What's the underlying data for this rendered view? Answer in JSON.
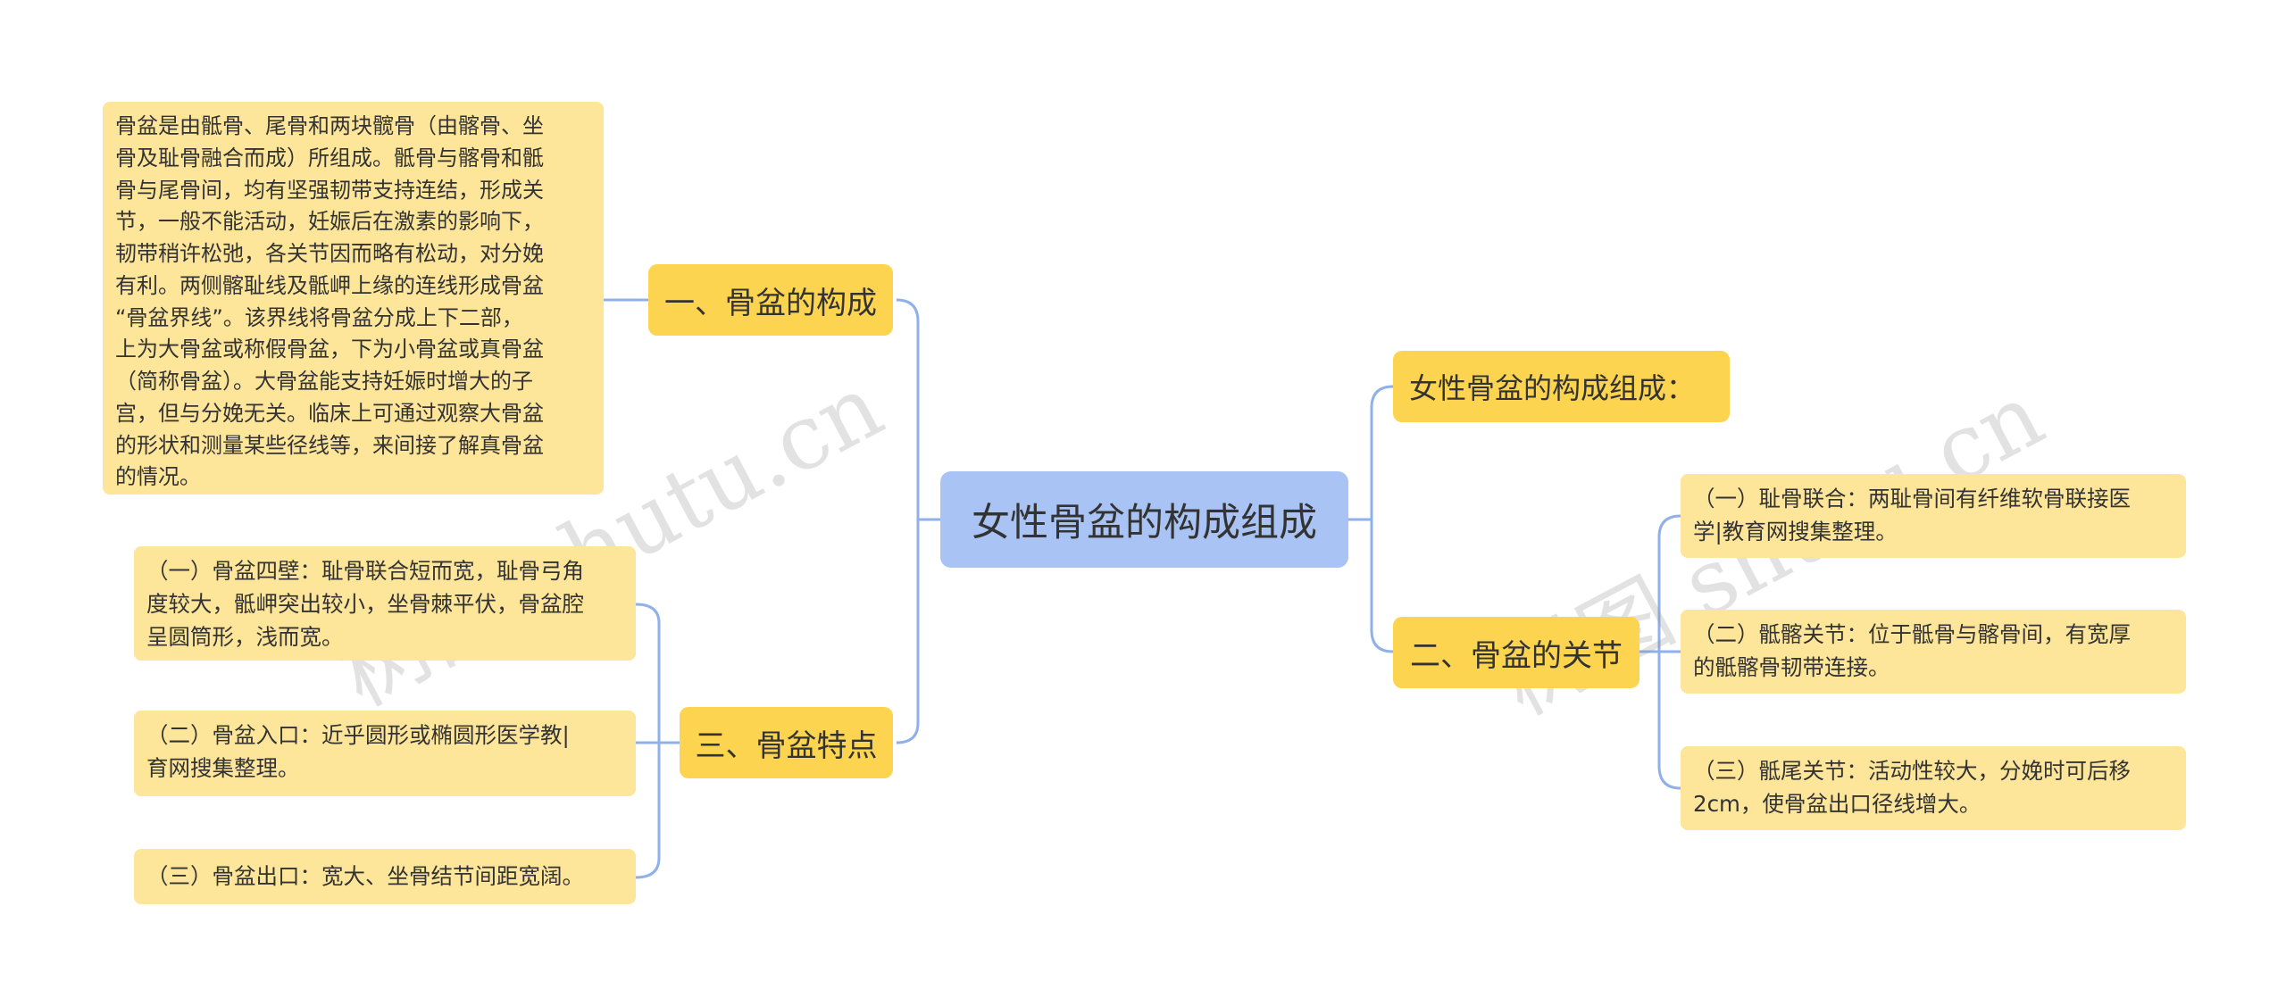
{
  "root": {
    "text": "女性骨盆的构成组成"
  },
  "branches": {
    "b1": {
      "text": "一、骨盆的构成"
    },
    "b2": {
      "text": "三、骨盆特点"
    },
    "b3": {
      "text": "女性骨盆的构成组成："
    },
    "b4": {
      "text": "二、骨盆的关节"
    }
  },
  "leaves": {
    "b1_detail": "骨盆是由骶骨、尾骨和两块髋骨（由髂骨、坐\n骨及耻骨融合而成）所组成。骶骨与髂骨和骶\n骨与尾骨间，均有坚强韧带支持连结，形成关\n节，一般不能活动，妊娠后在激素的影响下，\n韧带稍许松弛，各关节因而略有松动，对分娩\n有利。两侧髂耻线及骶岬上缘的连线形成骨盆\n“骨盆界线”。该界线将骨盆分成上下二部，\n上为大骨盆或称假骨盆，下为小骨盆或真骨盆\n（简称骨盆）。大骨盆能支持妊娠时增大的子\n宫，但与分娩无关。临床上可通过观察大骨盆\n的形状和测量某些径线等，来间接了解真骨盆\n的情况。",
    "b2_l1": "（一）骨盆四壁：耻骨联合短而宽，耻骨弓角\n度较大，骶岬突出较小，坐骨棘平伏，骨盆腔\n呈圆筒形，浅而宽。",
    "b2_l2": "（二）骨盆入口：近乎圆形或椭圆形医学教|\n育网搜集整理。",
    "b2_l3": "（三）骨盆出口：宽大、坐骨结节间距宽阔。",
    "b4_l1": "（一）耻骨联合：两耻骨间有纤维软骨联接医\n学|教育网搜集整理。",
    "b4_l2": "（二）骶髂关节：位于骶骨与髂骨间，有宽厚\n的骶髂骨韧带连接。",
    "b4_l3": "（三）骶尾关节：活动性较大，分娩时可后移\n2cm，使骨盆出口径线增大。"
  },
  "watermarks": [
    "树图 shutu.cn",
    "树图 shutu.cn"
  ],
  "colors": {
    "root": "#a8c3f4",
    "branch": "#fcd44f",
    "leaf": "#fde69a",
    "connector": "#8fb0e8"
  }
}
